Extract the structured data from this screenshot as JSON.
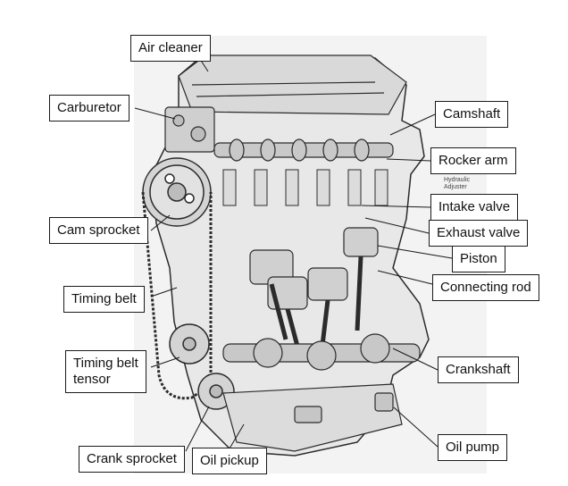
{
  "labels": {
    "air_cleaner": "Air cleaner",
    "carburetor": "Carburetor",
    "camshaft": "Camshaft",
    "rocker_arm": "Rocker arm",
    "hydraulic_adjuster": "Hydraulic\nAdjuster",
    "intake_valve": "Intake valve",
    "exhaust_valve": "Exhaust valve",
    "piston": "Piston",
    "connecting_rod": "Connecting rod",
    "cam_sprocket": "Cam sprocket",
    "timing_belt": "Timing belt",
    "timing_belt_tensor": "Timing belt\ntensor",
    "crankshaft": "Crankshaft",
    "oil_pump": "Oil pump",
    "crank_sprocket": "Crank sprocket",
    "oil_pickup": "Oil pickup"
  },
  "colors": {
    "line": "#1a1a1a",
    "engine_stroke": "#2b2b2b",
    "engine_fill": "#e6e6e6",
    "page_bg": "#f2f2f2"
  }
}
